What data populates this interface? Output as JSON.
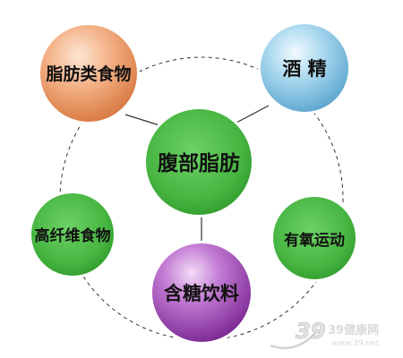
{
  "diagram": {
    "center": {
      "label": "腹部脂肪",
      "color": "#4cb846"
    },
    "nodes": [
      {
        "id": "fatty-food",
        "label": "脂肪类食物",
        "color": "#f0a070"
      },
      {
        "id": "alcohol",
        "label": "酒 精",
        "color": "#8ecbe8"
      },
      {
        "id": "high-fiber",
        "label": "高纤维食物",
        "color": "#4cb846"
      },
      {
        "id": "aerobic",
        "label": "有氧运动",
        "color": "#4cb846"
      },
      {
        "id": "sugary-drinks",
        "label": "含糖饮料",
        "color": "#a050b8"
      }
    ]
  },
  "watermark": {
    "number": "39",
    "text": "39健康网",
    "subtext": "www.39.net"
  }
}
